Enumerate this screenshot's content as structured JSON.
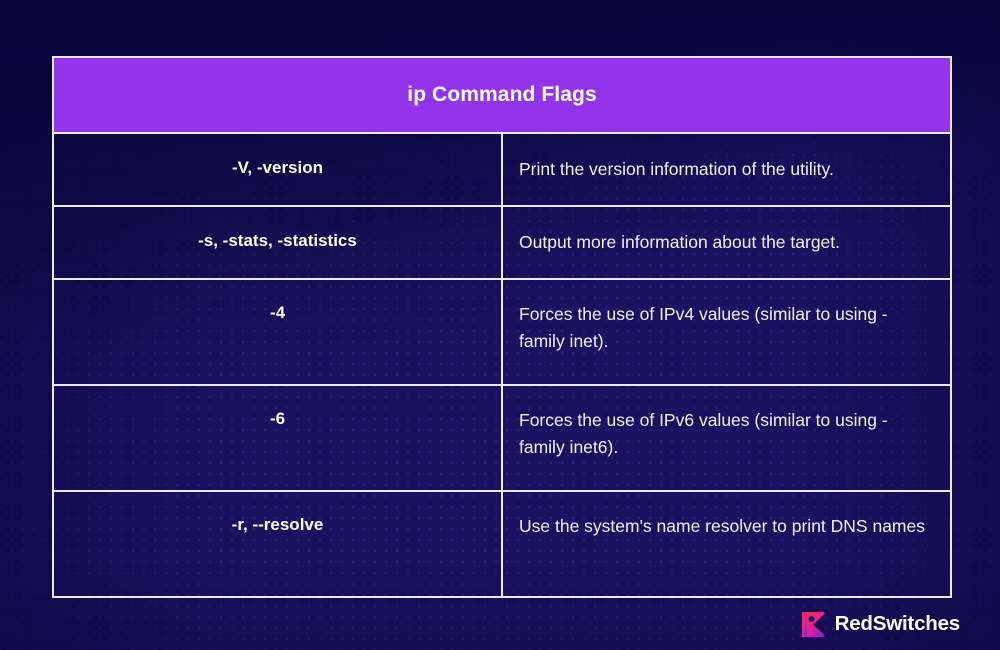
{
  "table": {
    "title": "ip Command Flags",
    "header_bg": "#9333ea",
    "border_color": "#ece9fb",
    "rows": [
      {
        "flag": "-V, -version",
        "description": "Print the version information of the utility.",
        "size": "short"
      },
      {
        "flag": "-s, -stats, -statistics",
        "description": "Output more information about the target.",
        "size": "short"
      },
      {
        "flag": "-4",
        "description": "Forces the use of IPv4 values (similar to using -family inet).",
        "size": "tall"
      },
      {
        "flag": "-6",
        "description": "Forces the use of IPv6 values (similar to using -family inet6).",
        "size": "tall"
      },
      {
        "flag": "-r, --resolve",
        "description": "Use the system's name resolver to print DNS names",
        "size": "tall"
      }
    ]
  },
  "brand": {
    "name": "RedSwitches",
    "mark_gradient_start": "#f8333c",
    "mark_gradient_mid": "#e0219b",
    "mark_gradient_end": "#7c3aed"
  },
  "page": {
    "background": "#1a1160",
    "vignette": "#0a0640"
  }
}
